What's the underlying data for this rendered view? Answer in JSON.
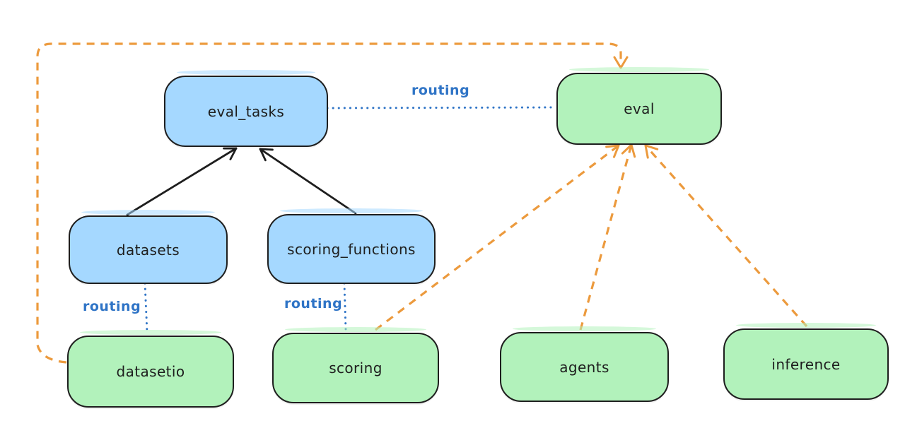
{
  "diagram": {
    "background": "#ffffff",
    "colors": {
      "node_blue_fill": "#a5d8ff",
      "node_green_fill": "#b2f2bb",
      "node_stroke": "#1e1e1e",
      "label_text": "#1e1e1e",
      "routing_blue": "#2f74c6",
      "edge_orange": "#ec9a3d",
      "edge_black": "#1e1e1e"
    },
    "nodes": [
      {
        "id": "eval_tasks",
        "label": "eval_tasks",
        "fill": "blue"
      },
      {
        "id": "eval",
        "label": "eval",
        "fill": "green"
      },
      {
        "id": "datasets",
        "label": "datasets",
        "fill": "blue"
      },
      {
        "id": "scoring_functions",
        "label": "scoring_functions",
        "fill": "blue"
      },
      {
        "id": "datasetio",
        "label": "datasetio",
        "fill": "green"
      },
      {
        "id": "scoring",
        "label": "scoring",
        "fill": "green"
      },
      {
        "id": "agents",
        "label": "agents",
        "fill": "green"
      },
      {
        "id": "inference",
        "label": "inference",
        "fill": "green"
      }
    ],
    "edges": [
      {
        "from": "datasets",
        "to": "eval_tasks",
        "style": "solid_black_arrow"
      },
      {
        "from": "scoring_functions",
        "to": "eval_tasks",
        "style": "solid_black_arrow"
      },
      {
        "from": "eval_tasks",
        "to": "eval",
        "style": "dotted_blue",
        "label": "routing"
      },
      {
        "from": "datasets",
        "to": "datasetio",
        "style": "dotted_blue",
        "label": "routing"
      },
      {
        "from": "scoring_functions",
        "to": "scoring",
        "style": "dotted_blue",
        "label": "routing"
      },
      {
        "from": "datasetio",
        "to": "eval",
        "style": "dashed_orange_arrow"
      },
      {
        "from": "scoring",
        "to": "eval",
        "style": "dashed_orange_arrow"
      },
      {
        "from": "agents",
        "to": "eval",
        "style": "dashed_orange_arrow"
      },
      {
        "from": "inference",
        "to": "eval",
        "style": "dashed_orange_arrow"
      }
    ]
  }
}
